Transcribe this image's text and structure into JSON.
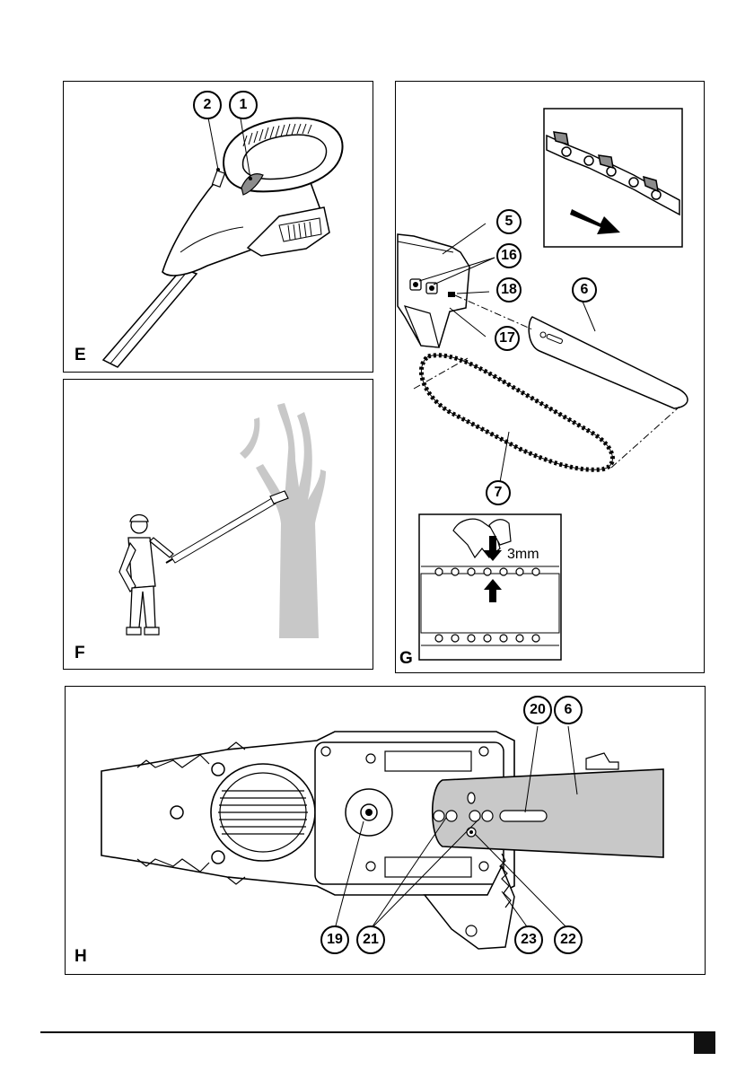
{
  "panels": {
    "E": {
      "letter": "E",
      "callouts": [
        "2",
        "1"
      ]
    },
    "F": {
      "letter": "F"
    },
    "G": {
      "letter": "G",
      "callouts": [
        "5",
        "16",
        "18",
        "6",
        "17",
        "7"
      ],
      "chain_gap": "3mm"
    },
    "H": {
      "letter": "H",
      "callouts": [
        "20",
        "6",
        "19",
        "21",
        "23",
        "22"
      ]
    }
  },
  "colors": {
    "line": "#000000",
    "shade": "#c8c8c8",
    "dark_shade": "#8c8c8c",
    "page_marker": "#111111"
  },
  "icons": [
    "direction-arrow-icon",
    "push-down-arrow-icon",
    "push-up-arrow-icon"
  ]
}
